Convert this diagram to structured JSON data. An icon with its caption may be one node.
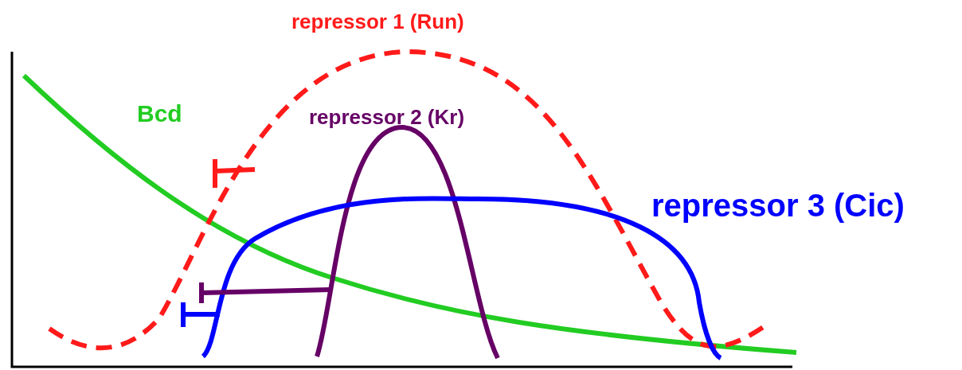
{
  "diagram": {
    "labels": [
      "repressor 1 (Run)",
      "Bcd",
      "repressor 2 (Kr)",
      "repressor 3 (Cic)"
    ]
  }
}
